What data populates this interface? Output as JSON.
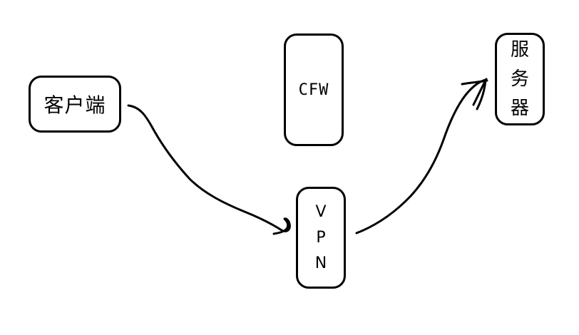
{
  "nodes": {
    "client": {
      "label": "客户端"
    },
    "cfw": {
      "label": "CFW"
    },
    "server": {
      "label": "服\n务\n器"
    },
    "vpn": {
      "label": "V\nP\nN"
    }
  },
  "colors": {
    "background": "#ffffff",
    "stroke": "#000000",
    "text": "#000000"
  }
}
